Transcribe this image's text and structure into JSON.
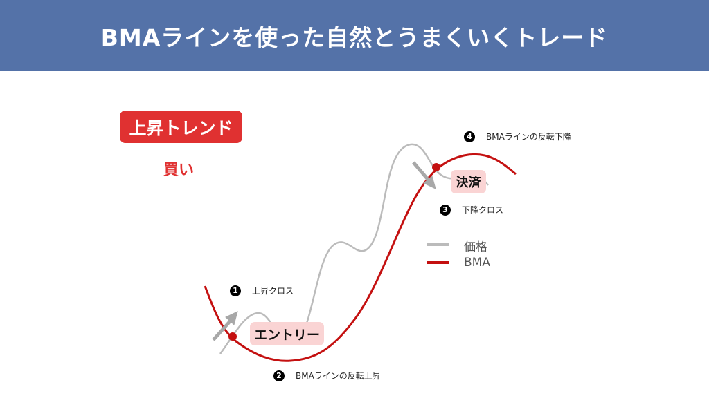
{
  "header": {
    "title": "BMAラインを使った自然とうまくいくトレード"
  },
  "trend_badge": "上昇トレンド",
  "action": "買い",
  "annotations": [
    {
      "num": "1",
      "text": "上昇クロス"
    },
    {
      "num": "2",
      "text": "BMAラインの反転上昇"
    },
    {
      "num": "3",
      "text": "下降クロス"
    },
    {
      "num": "4",
      "text": "BMAラインの反転下降"
    }
  ],
  "entry_label": "エントリー",
  "exit_label": "決済",
  "legend": [
    {
      "label": "価格",
      "color": "#bbbbbb"
    },
    {
      "label": "BMA",
      "color": "#c41010"
    }
  ]
}
